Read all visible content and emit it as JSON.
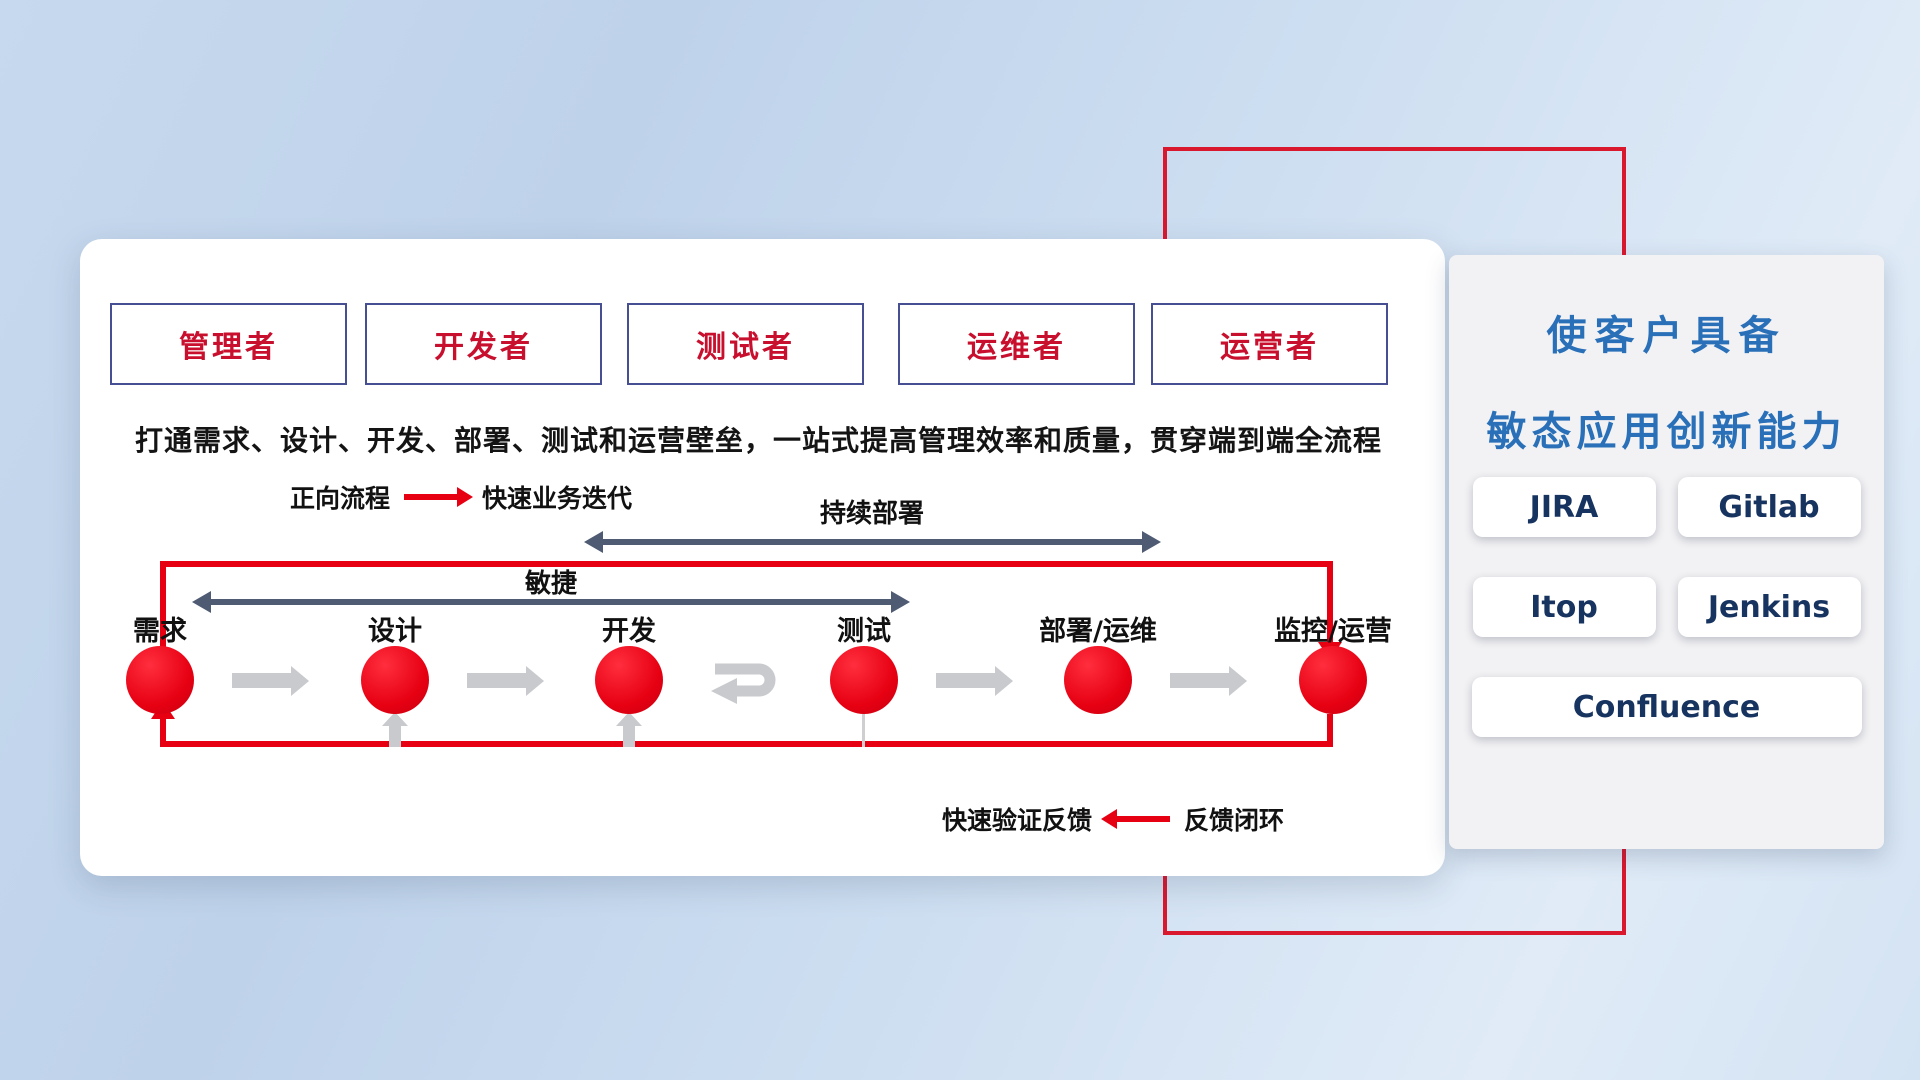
{
  "roles": [
    "管理者",
    "开发者",
    "测试者",
    "运维者",
    "运营者"
  ],
  "subtitle": "打通需求、设计、开发、部署、测试和运营壁垒，一站式提高管理效率和质量，贯穿端到端全流程",
  "legend_forward": {
    "label": "正向流程",
    "desc": "快速业务迭代"
  },
  "span_arrows": {
    "continuous_deploy": "持续部署",
    "agile": "敏捷"
  },
  "stages": [
    "需求",
    "设计",
    "开发",
    "测试",
    "部署/运维",
    "监控/运营"
  ],
  "legend_feedback": {
    "label": "快速验证反馈",
    "desc": "反馈闭环"
  },
  "side_panel": {
    "title_line1": "使客户具备",
    "title_line2": "敏态应用创新能力",
    "tools": [
      "JIRA",
      "Gitlab",
      "Itop",
      "Jenkins",
      "Confluence"
    ]
  },
  "colors": {
    "flow_red": "#e60012",
    "role_text_red": "#c8102e",
    "frame_red": "#d9182d",
    "span_arrow_navy": "#4e5b73",
    "title_blue": "#2a70b8",
    "tool_text_navy": "#17335f",
    "flow_arrow_gray": "#c9cacd"
  }
}
